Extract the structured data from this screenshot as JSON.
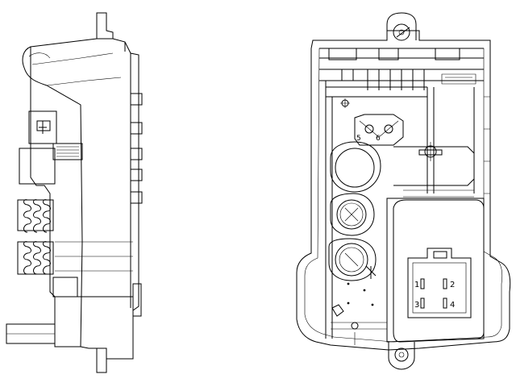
{
  "side_view": {},
  "front_view": {
    "coil_labels": [
      "5",
      "6"
    ],
    "connector": {
      "pins": [
        {
          "label": "1"
        },
        {
          "label": "2"
        },
        {
          "label": "3"
        },
        {
          "label": "4"
        }
      ]
    }
  }
}
